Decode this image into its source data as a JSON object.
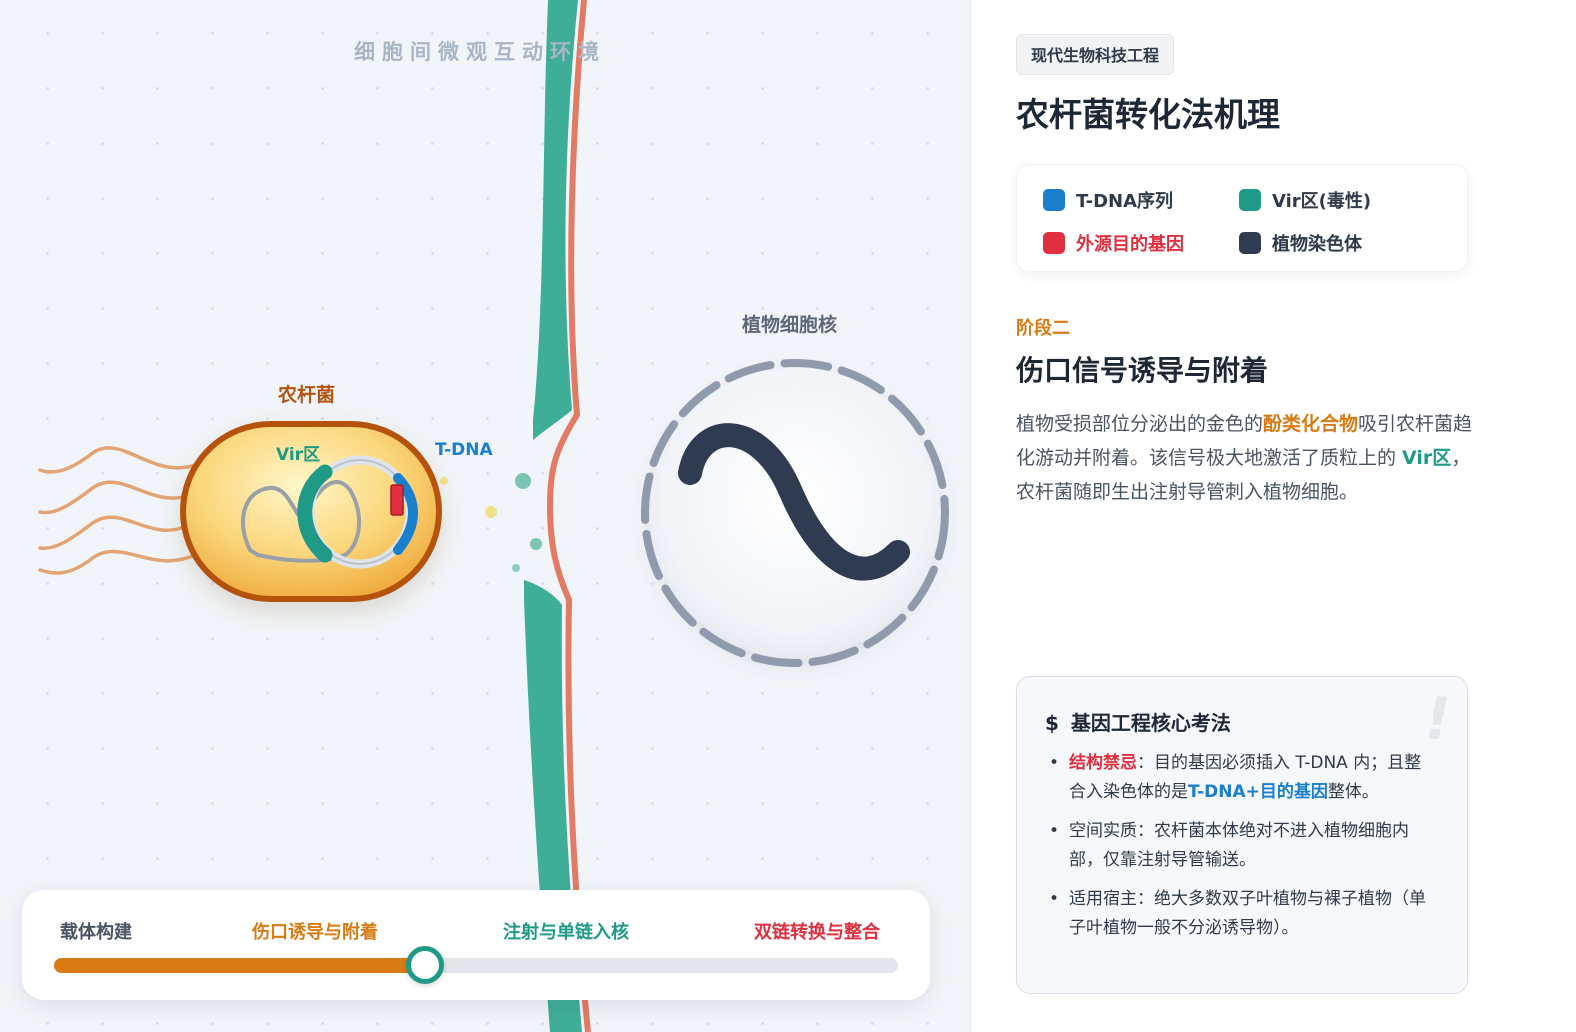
{
  "stage": {
    "env_title": "细胞间微观互动环境",
    "bacterium_label": "农杆菌",
    "vir_label": "Vir区",
    "tdna_label": "T-DNA",
    "nucleus_label": "植物细胞核"
  },
  "timeline": {
    "steps": [
      "载体构建",
      "伤口诱导与附着",
      "注射与单链入核",
      "双链转换与整合"
    ],
    "step_colors": [
      "#4a5563",
      "#d97b14",
      "#1f9a86",
      "#e0303f"
    ],
    "progress": 0.44
  },
  "panel": {
    "tag": "现代生物科技工程",
    "title": "农杆菌转化法机理",
    "legend": [
      {
        "label": "T-DNA序列",
        "color": "#1a7fcc"
      },
      {
        "label": "Vir区(毒性)",
        "color": "#1f9a86"
      },
      {
        "label": "外源目的基因",
        "color": "#e0303f"
      },
      {
        "label": "植物染色体",
        "color": "#2f3b50"
      }
    ],
    "stage_no": "阶段二",
    "stage_title": "伤口信号诱导与附着",
    "desc": {
      "p1": "植物受损部位分泌出的金色的",
      "h1": "酚类化合物",
      "p2": "吸引农杆菌趋化游动并附着。该信号极大地激活了质粒上的 ",
      "h2": "Vir区",
      "p3": "，农杆菌随即生出注射导管刺入植物细胞。"
    },
    "exam": {
      "icon": "$",
      "title": "基因工程核心考法",
      "watermark": "!",
      "items": [
        {
          "key": "结构禁忌",
          "t1": "：目的基因必须插入 T-DNA 内；且整合入染色体的是",
          "h": "T-DNA+目的基因",
          "t2": "整体。"
        },
        {
          "text": "空间实质：农杆菌本体绝对不进入植物细胞内部，仅靠注射导管输送。"
        },
        {
          "text": "适用宿主：绝大多数双子叶植物与裸子植物（单子叶植物一般不分泌诱导物）。"
        }
      ]
    }
  }
}
